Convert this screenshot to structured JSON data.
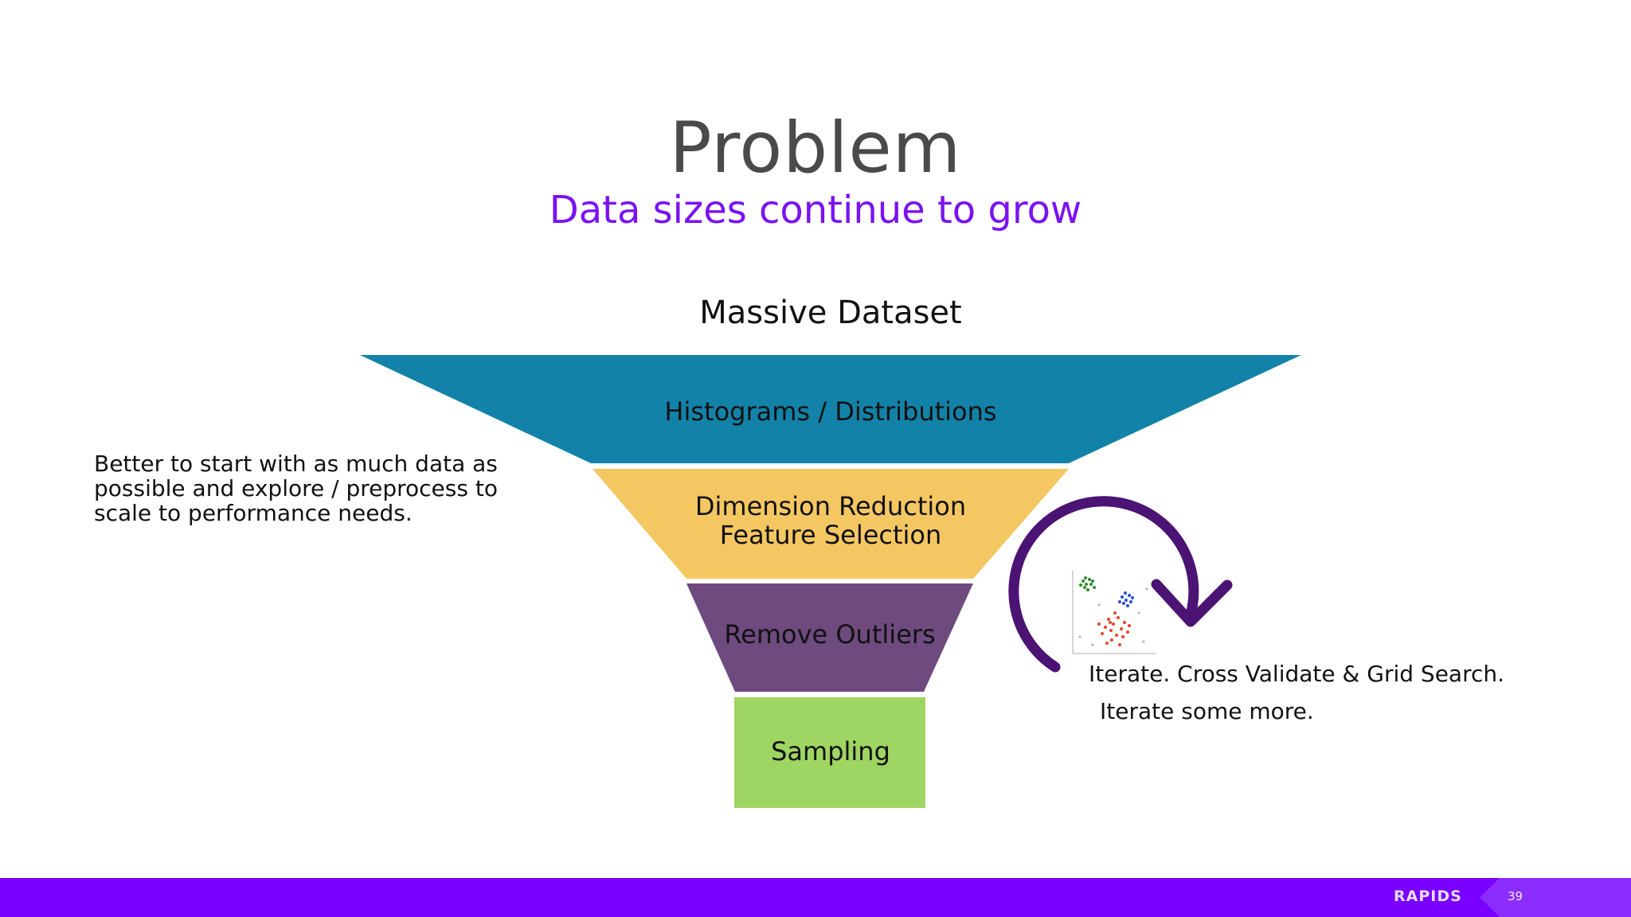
{
  "slide": {
    "title": "Problem",
    "subtitle": "Data sizes continue to grow"
  },
  "funnel": {
    "top_label": "Massive Dataset",
    "stages": [
      {
        "label_lines": [
          "Histograms / Distributions"
        ],
        "color": "#1382a8"
      },
      {
        "label_lines": [
          "Dimension Reduction",
          "Feature Selection"
        ],
        "color": "#f5c763"
      },
      {
        "label_lines": [
          "Remove Outliers"
        ],
        "color": "#6e4a7e"
      },
      {
        "label_lines": [
          "Sampling"
        ],
        "color": "#9fd562"
      }
    ]
  },
  "notes": {
    "left": "Better to start with as much data as possible and explore / preprocess to scale to performance needs.",
    "iterate_line_1": "Iterate. Cross Validate & Grid Search.",
    "iterate_line_2": "Iterate some more."
  },
  "iterate_graphic": {
    "arrow_color": "#4b1373",
    "arrow_icon": "circular-arrow-icon",
    "plot_icon": "scatter-plot-icon",
    "cluster_colors": [
      "#2e8b2e",
      "#2a4fd6",
      "#e0462e"
    ]
  },
  "footer": {
    "logo": "RAPIDS",
    "page_number": "39",
    "bar_color": "#7a00ff"
  }
}
